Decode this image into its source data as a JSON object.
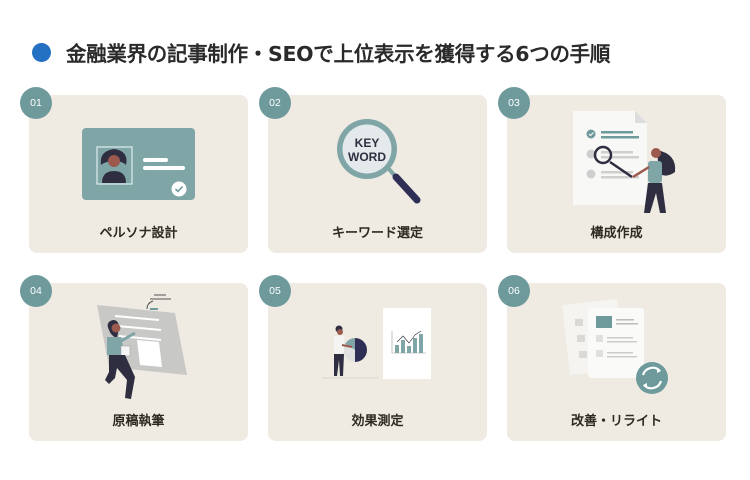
{
  "header": {
    "title": "金融業界の記事制作・SEOで上位表示を獲得する6つの手順",
    "bullet_color": "#2470C2"
  },
  "colors": {
    "card_bg": "#EFEBE2",
    "badge_bg": "#6F9A9C",
    "accent_teal": "#7FA5A6",
    "dark_navy": "#2F2E41"
  },
  "steps": [
    {
      "number": "01",
      "label": "ペルソナ設計",
      "icon": "persona-id-card-icon"
    },
    {
      "number": "02",
      "label": "キーワード選定",
      "icon": "keyword-magnifier-icon",
      "icon_text_1": "KEY",
      "icon_text_2": "WORD"
    },
    {
      "number": "03",
      "label": "構成作成",
      "icon": "outline-checklist-icon"
    },
    {
      "number": "04",
      "label": "原稿執筆",
      "icon": "writing-person-icon"
    },
    {
      "number": "05",
      "label": "効果測定",
      "icon": "analytics-chart-icon"
    },
    {
      "number": "06",
      "label": "改善・リライト",
      "icon": "rewrite-refresh-icon"
    }
  ]
}
